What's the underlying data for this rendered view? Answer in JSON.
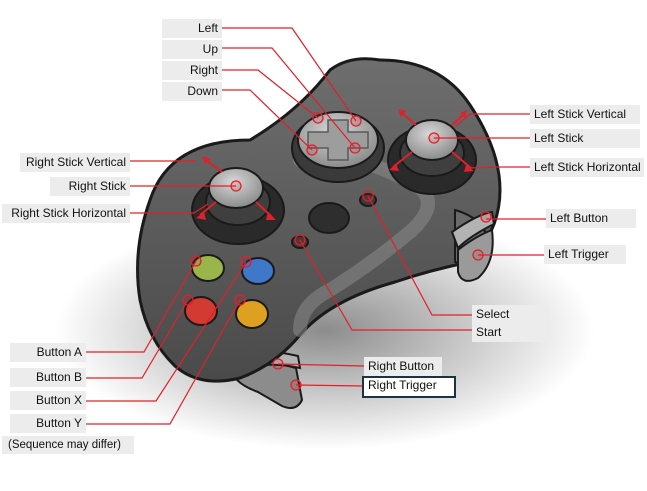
{
  "labels": {
    "left": "Left",
    "up": "Up",
    "right": "Right",
    "down": "Down",
    "right_stick_vertical": "Right Stick Vertical",
    "right_stick": "Right Stick",
    "right_stick_horizontal": "Right Stick Horizontal",
    "left_stick_vertical": "Left Stick Vertical",
    "left_stick": "Left Stick",
    "left_stick_horizontal": "Left Stick Horizontal",
    "left_button": "Left Button",
    "left_trigger": "Left Trigger",
    "select": "Select",
    "start": "Start",
    "right_button": "Right Button",
    "right_trigger": "Right Trigger",
    "button_a": "Button A",
    "button_b": "Button B",
    "button_x": "Button X",
    "button_y": "Button Y"
  },
  "note": "(Sequence may differ)",
  "selected_label": "right_trigger",
  "colors": {
    "body": "#5a5a5a",
    "outline": "#1a1a1a",
    "leader": "#e0202a",
    "button_a": "#9ab54a",
    "button_b": "#d23a32",
    "button_x": "#3f78c8",
    "button_y": "#dea020",
    "label_bg": "#ececec"
  }
}
